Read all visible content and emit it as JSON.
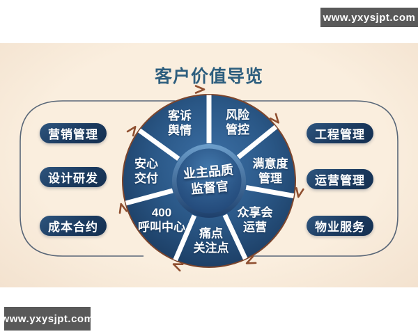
{
  "watermarks": {
    "top": "www.yxysjpt.com",
    "bottom": "www.yxysjpt.com"
  },
  "title": "客户价值导览",
  "hub": {
    "line1": "业主品质",
    "line2": "监督官"
  },
  "segments": [
    {
      "id": "complaints-sentiment",
      "line1": "客诉",
      "line2": "舆情"
    },
    {
      "id": "risk-control",
      "line1": "风险",
      "line2": "管控"
    },
    {
      "id": "satisfaction-mgmt",
      "line1": "满意度",
      "line2": "管理"
    },
    {
      "id": "community-operation",
      "line1": "众享会",
      "line2": "运营"
    },
    {
      "id": "pain-points",
      "line1": "痛点",
      "line2": "关注点"
    },
    {
      "id": "call-center-400",
      "line1": "400",
      "line2": "呼叫中心"
    },
    {
      "id": "assured-delivery",
      "line1": "安心",
      "line2": "交付"
    }
  ],
  "left_pills": [
    "营销管理",
    "设计研发",
    "成本合约"
  ],
  "right_pills": [
    "工程管理",
    "运营管理",
    "物业服务"
  ],
  "colors": {
    "cream_bg": "#f8ead9",
    "wheel_navy": "#1c3c63",
    "divider_white": "#ffffff",
    "copper_accent": "#8f4f30",
    "title_blue": "#2d5e7e",
    "watermark_gray": "#595959"
  }
}
